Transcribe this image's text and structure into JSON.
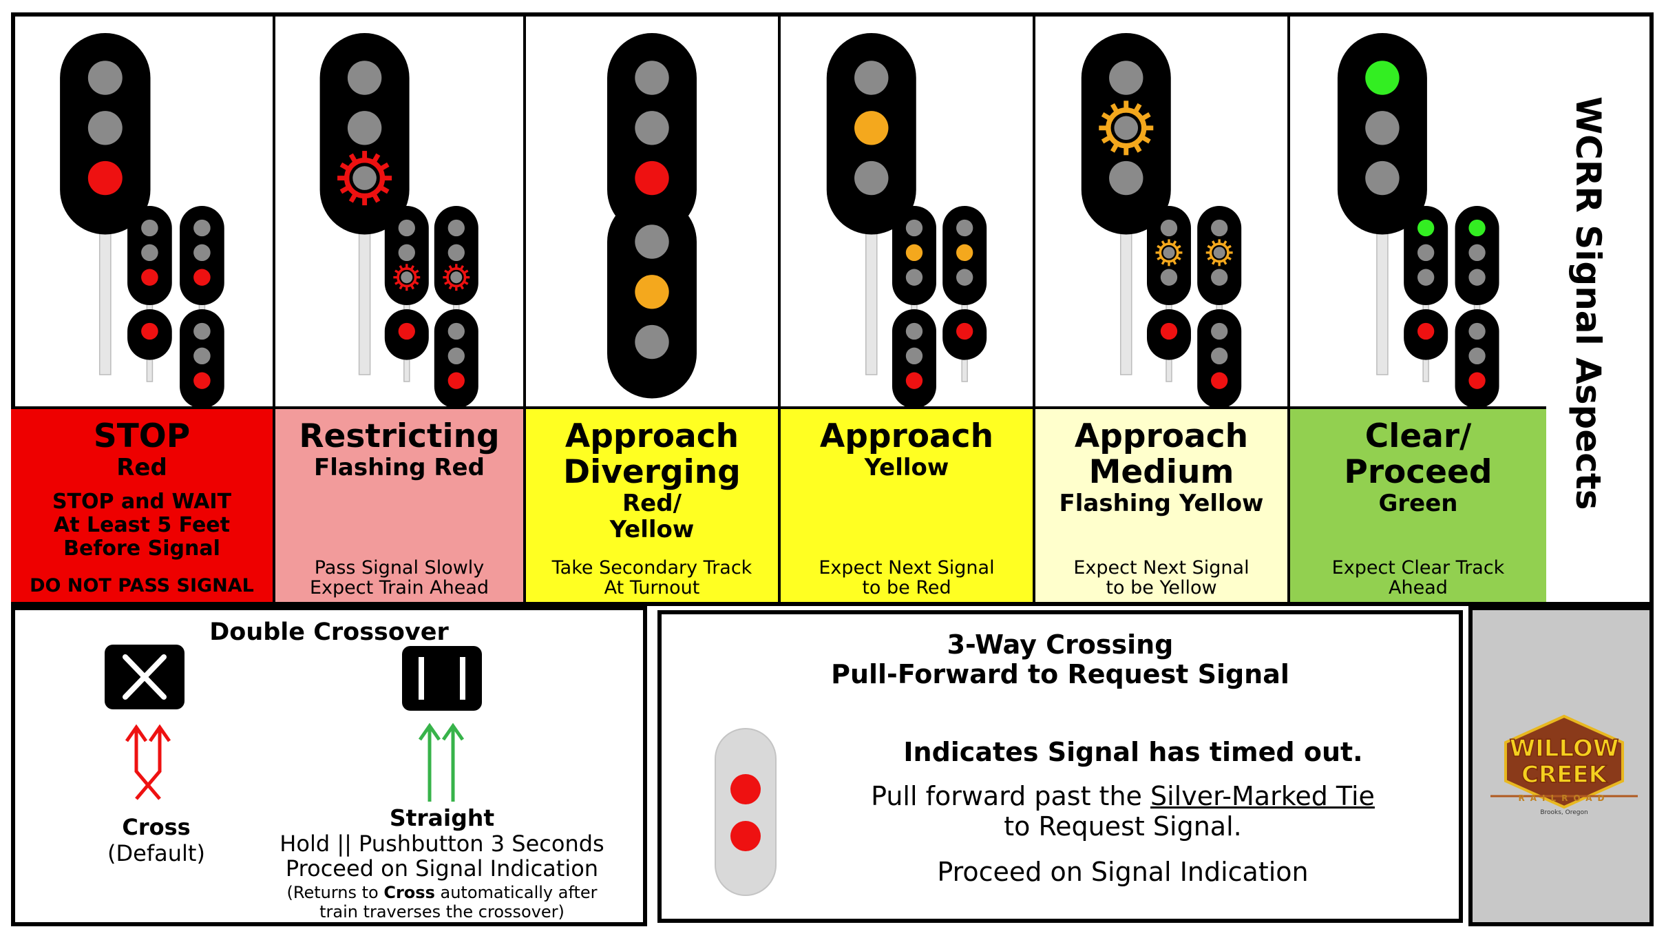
{
  "title": "WCRR Signal Aspects",
  "aspects": [
    {
      "name": "STOP",
      "sub": "Red",
      "extra": "STOP and WAIT\nAt Least 5 Feet\nBefore Signal",
      "desc": "",
      "warning": "DO NOT PASS SIGNAL",
      "bg": "#ee0000"
    },
    {
      "name": "Restricting",
      "sub": "Flashing Red",
      "extra": "",
      "desc": "Pass Signal Slowly\nExpect Train Ahead",
      "warning": "",
      "bg": "#f29b9b"
    },
    {
      "name": "Approach\nDiverging",
      "sub": "Red/\nYellow",
      "extra": "",
      "desc": "Take Secondary Track\nAt Turnout",
      "warning": "",
      "bg": "#ffff22"
    },
    {
      "name": "Approach",
      "sub": "Yellow",
      "extra": "",
      "desc": "Expect Next Signal\nto be Red",
      "warning": "",
      "bg": "#ffff22"
    },
    {
      "name": "Approach\nMedium",
      "sub": "Flashing Yellow",
      "extra": "",
      "desc": "Expect Next Signal\nto be Yellow",
      "warning": "",
      "bg": "#ffffcc"
    },
    {
      "name": "Clear/\nProceed",
      "sub": "Green",
      "extra": "",
      "desc": "Expect Clear Track\nAhead",
      "warning": "",
      "bg": "#92d050"
    }
  ],
  "crossover": {
    "title": "Double Crossover",
    "cross_label": "Cross",
    "cross_sub": "(Default)",
    "straight_label": "Straight",
    "straight_line1": "Hold || Pushbutton  3 Seconds",
    "straight_line2": "Proceed on Signal Indication",
    "note_prefix": "(Returns to ",
    "note_bold": "Cross",
    "note_suffix": " automatically after",
    "note_line2": "train traverses the crossover)"
  },
  "crossing": {
    "title_line1": "3-Way Crossing",
    "title_line2": "Pull-Forward to Request Signal",
    "heading": "Indicates Signal has timed out.",
    "line1_prefix": "Pull forward past the ",
    "line1_link": "Silver-Marked Tie",
    "line2": "to Request Signal.",
    "line3": "Proceed on Signal Indication"
  },
  "logo": {
    "line1": "WILLOW",
    "line2": "CREEK",
    "railroad": "RAILROAD",
    "location": "Brooks, Oregon"
  },
  "colors": {
    "red_lamp": "#ee1111",
    "yellow_lamp": "#f4a81d",
    "green_lamp": "#33ee22",
    "dark_lamp": "#8a8a8a",
    "pushbutton_arrow": "#37b34a",
    "cross_arrow": "#ee1111"
  }
}
